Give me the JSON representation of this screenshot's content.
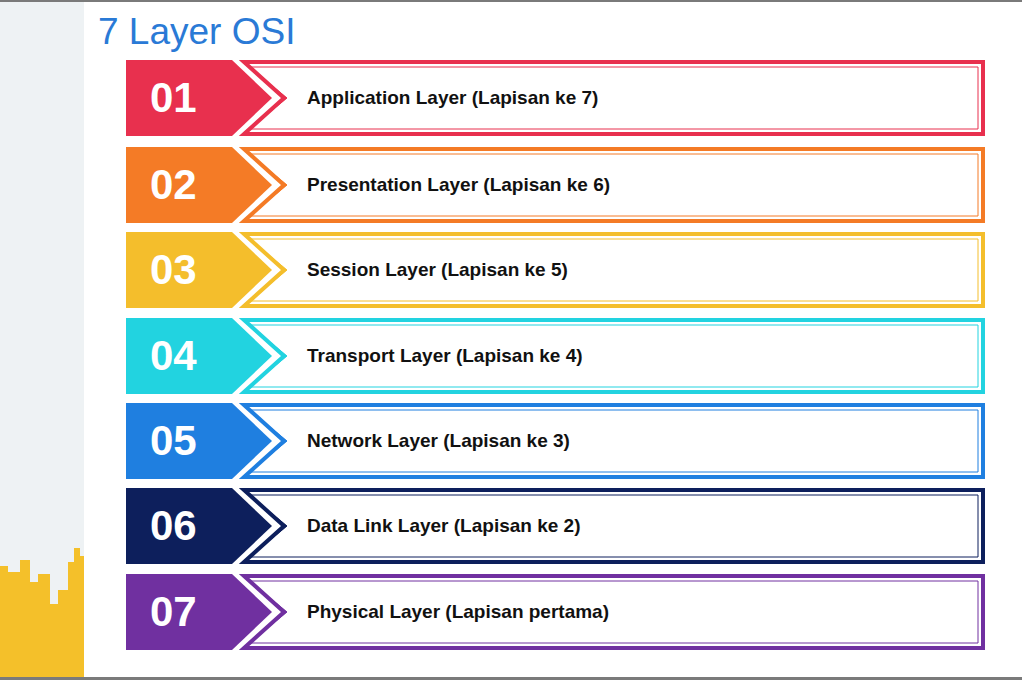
{
  "diagram": {
    "title": "7 Layer OSI",
    "nodes": [
      {
        "text": [
          "01"
        ]
      },
      {
        "text": [
          "Application Layer (Lapisan ke 7)"
        ]
      },
      {
        "text": [
          "02"
        ]
      },
      {
        "text": [
          "Presentation Layer (Lapisan ke 6)"
        ]
      },
      {
        "text": [
          "03"
        ]
      },
      {
        "text": [
          "Session Layer (Lapisan ke 5)"
        ]
      },
      {
        "text": [
          "04"
        ]
      },
      {
        "text": [
          "Transport Layer (Lapisan ke 4)"
        ]
      },
      {
        "text": [
          "05"
        ]
      },
      {
        "text": [
          "Network Layer (Lapisan ke 3)"
        ]
      },
      {
        "text": [
          "06"
        ]
      },
      {
        "text": [
          "Data Link Layer (Lapisan ke 2)"
        ]
      },
      {
        "text": [
          "07"
        ]
      },
      {
        "text": [
          "Physical Layer (Lapisan pertama)"
        ]
      }
    ]
  }
}
